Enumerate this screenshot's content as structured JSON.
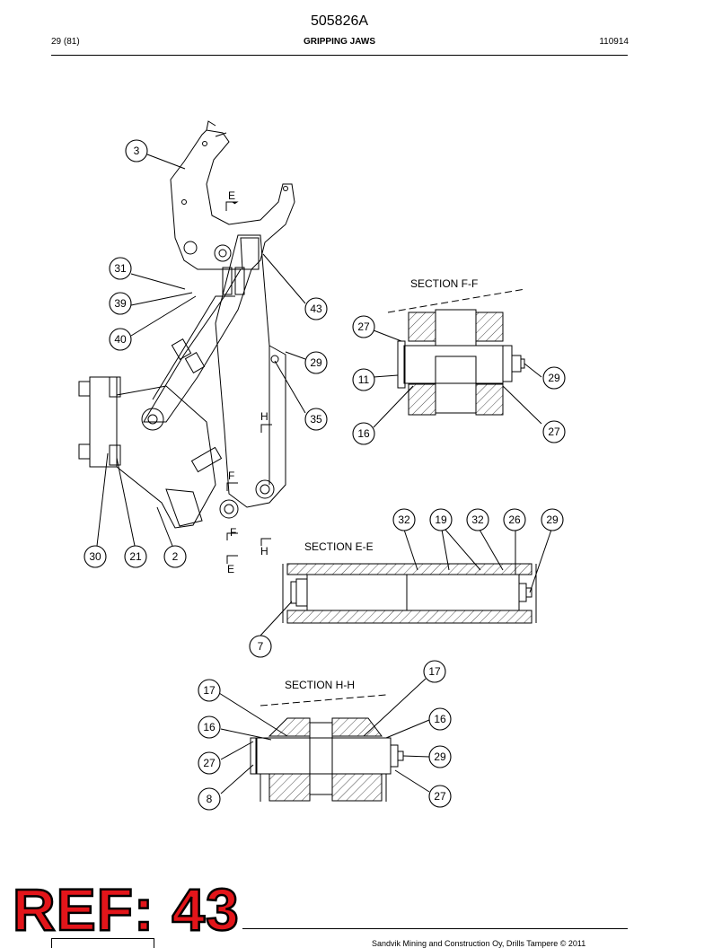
{
  "header": {
    "document_number": "505826A",
    "page_info": "29 (81)",
    "title": "GRIPPING JAWS",
    "date_code": "110914"
  },
  "section_titles": {
    "ff": "SECTION  F-F",
    "ee": "SECTION  E-E",
    "hh": "SECTION  H-H"
  },
  "section_markers": {
    "e_top": "E",
    "h_mid": "H",
    "f_mid": "F",
    "f_low": "F",
    "h_low": "H",
    "e_low": "E"
  },
  "callouts": {
    "main": [
      "3",
      "31",
      "39",
      "40",
      "43",
      "29",
      "35",
      "30",
      "21",
      "2"
    ],
    "section_ff": [
      "27",
      "11",
      "16",
      "29",
      "27"
    ],
    "section_ee": [
      "32",
      "19",
      "32",
      "26",
      "29",
      "7"
    ],
    "section_hh": [
      "17",
      "16",
      "27",
      "8",
      "17",
      "16",
      "29",
      "27"
    ]
  },
  "stamp": {
    "text": "REF: 43",
    "color": "#e3151a"
  },
  "footer": {
    "copyright": "Sandvik Mining and Construction Oy, Drills Tampere © 2011"
  }
}
